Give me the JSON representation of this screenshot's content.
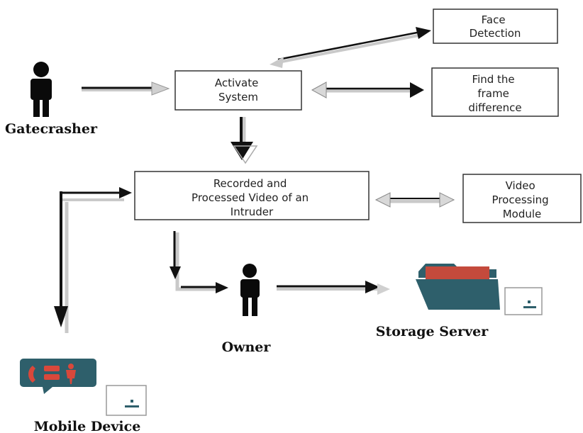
{
  "nodes": {
    "face_detection": [
      "Face",
      "Detection"
    ],
    "activate_system": [
      "Activate",
      "System"
    ],
    "frame_difference": [
      "Find the",
      "frame",
      "difference"
    ],
    "recorded_video": [
      "Recorded and",
      "Processed Video of an",
      "Intruder"
    ],
    "video_processing": [
      "Video",
      "Processing",
      "Module"
    ]
  },
  "actors": {
    "gatecrasher": "Gatecrasher",
    "owner": "Owner",
    "storage_server": "Storage Server",
    "mobile_device": "Mobile Device"
  },
  "colors": {
    "box_border": "#333333",
    "arrow": "#111111",
    "arrow_shadow": "#c9c9c9",
    "person": "#0a0a0a",
    "folder_body": "#2e5f6b",
    "folder_tab": "#c44a3c",
    "mobile_bubble": "#2e5f6b",
    "mobile_icon": "#d9483b"
  },
  "icons": {
    "gatecrasher": "person-icon",
    "owner": "person-icon",
    "storage_server": "folder-server-icon",
    "mobile_device": "mobile-alert-icon"
  }
}
